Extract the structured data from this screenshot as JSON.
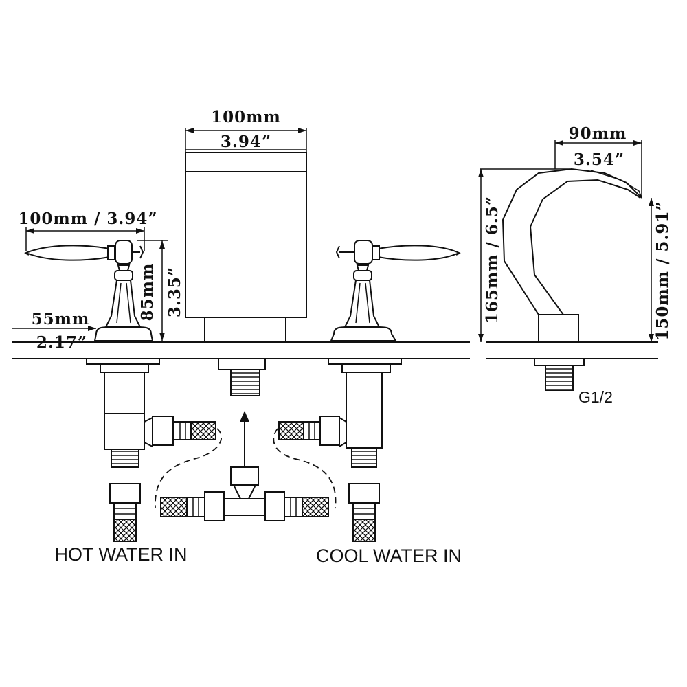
{
  "dimensions": {
    "spout_width_mm": "100mm",
    "spout_width_in": "3.94”",
    "handle_spread": "100mm / 3.94”",
    "handle_height_mm": "85mm",
    "handle_height_in": "3.35”",
    "base_diameter_mm": "55mm",
    "base_diameter_in": "2.17”",
    "spout_reach_mm": "90mm",
    "spout_reach_in": "3.54”",
    "spout_total_height": "165mm / 6.5”",
    "spout_outlet_height": "150mm / 5.91”"
  },
  "labels": {
    "thread": "G1/2",
    "hot_water": "HOT WATER IN",
    "cool_water": "COOL WATER IN"
  }
}
